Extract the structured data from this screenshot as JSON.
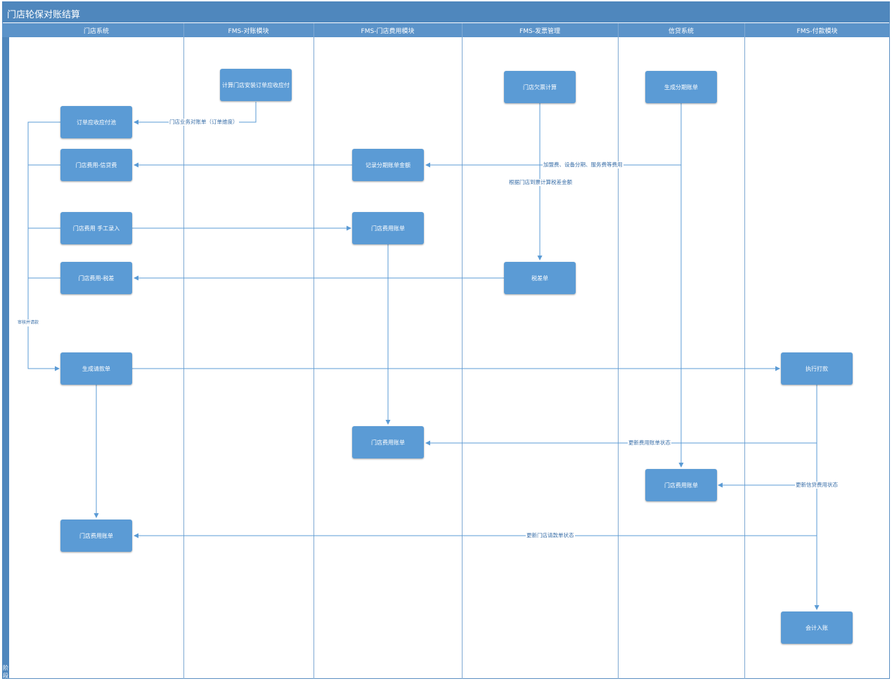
{
  "title": "门店轮保对账结算",
  "lanes": [
    "门店系统",
    "FMS-对账模块",
    "FMS-门店费用模块",
    "FMS-发票管理",
    "信贷系统",
    "FMS-付款模块"
  ],
  "side_label": "阶段",
  "nodes": {
    "n_calc_order": "计算门店安装订单应收应付",
    "n_order_pool": "订单应收应付池",
    "n_fee_credit": "门店费用-信贷费",
    "n_fee_manual": "门店费用 手工录入",
    "n_fee_tax": "门店费用-税差",
    "n_gen_pay": "生成请款单",
    "n_bill_final": "门店费用账单",
    "n_record_split": "记录分期账单金额",
    "n_fee_bill_1": "门店费用账单",
    "n_fee_bill_2": "门店费用账单",
    "n_invoice_calc": "门店欠票计算",
    "n_tax_diff": "税差单",
    "n_split_bill": "生成分期账单",
    "n_credit_bill": "门店费用账单",
    "n_execute_pay": "执行打款",
    "n_accounting": "会计入账"
  },
  "edge_labels": {
    "e_recon": "门店业务对账单（订单维度）",
    "e_fees": "加盟费、设备分期、服务费等费用",
    "e_invoice": "根据门店到票计算税差金额",
    "e_review": "审核并请款",
    "e_upd_fee": "更新费用账单状态",
    "e_upd_credit": "更新信贷费用状态",
    "e_upd_req": "更新门店请款单状态"
  }
}
